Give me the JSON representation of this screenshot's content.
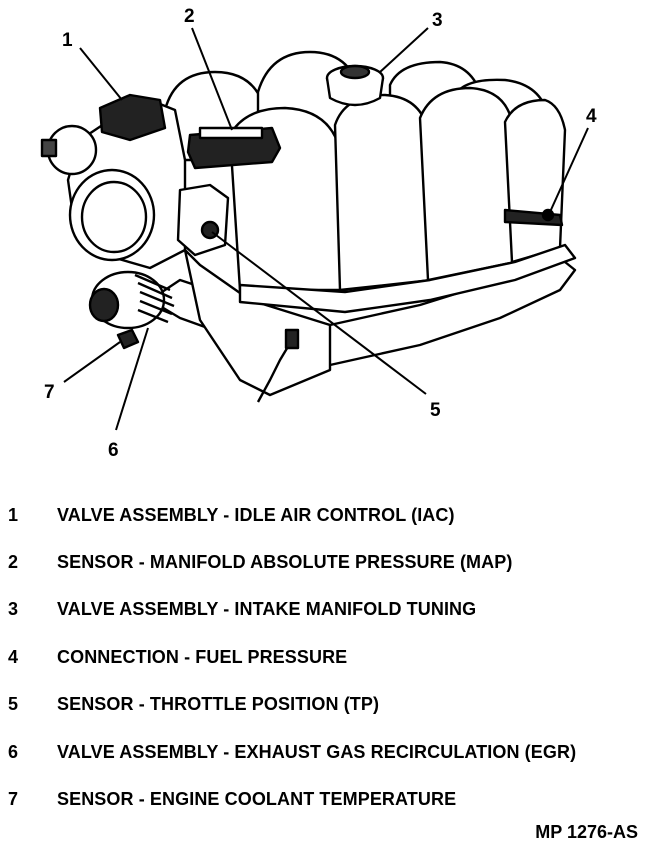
{
  "callouts": {
    "c1": "1",
    "c2": "2",
    "c3": "3",
    "c4": "4",
    "c5": "5",
    "c6": "6",
    "c7": "7"
  },
  "legend": [
    {
      "num": "1",
      "text": "VALVE ASSEMBLY - IDLE AIR CONTROL (IAC)"
    },
    {
      "num": "2",
      "text": "SENSOR - MANIFOLD ABSOLUTE PRESSURE (MAP)"
    },
    {
      "num": "3",
      "text": "VALVE ASSEMBLY - INTAKE MANIFOLD TUNING"
    },
    {
      "num": "4",
      "text": "CONNECTION - FUEL PRESSURE"
    },
    {
      "num": "5",
      "text": "SENSOR - THROTTLE POSITION (TP)"
    },
    {
      "num": "6",
      "text": "VALVE ASSEMBLY - EXHAUST GAS RECIRCULATION (EGR)"
    },
    {
      "num": "7",
      "text": "SENSOR - ENGINE COOLANT TEMPERATURE"
    }
  ],
  "figure_id": "MP 1276-AS"
}
